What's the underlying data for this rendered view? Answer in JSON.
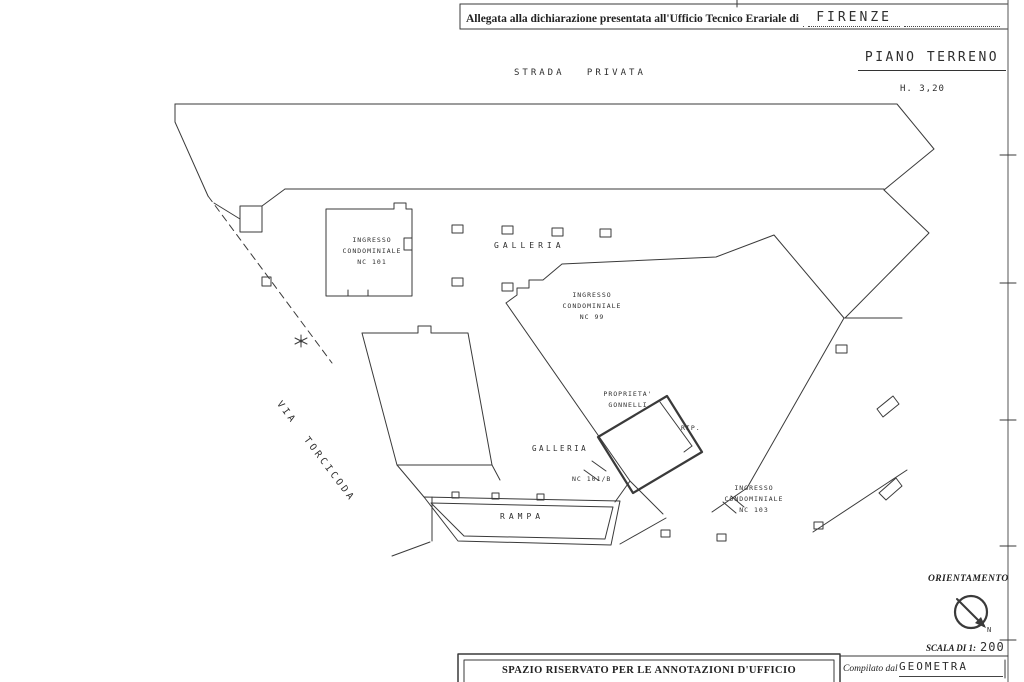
{
  "doc": {
    "attestation": "Allegata alla dichiarazione presentata all'Ufficio Tecnico Erariale di",
    "city": "FIRENZE",
    "floor_title": "PIANO TERRENO",
    "height_note": "H. 3,20",
    "orientation_label": "ORIENTAMENTO",
    "north": "N",
    "scale_label": "SCALA DI 1:",
    "scale_value": "200",
    "footer_note": "SPAZIO RISERVATO PER LE ANNOTAZIONI D'UFFICIO",
    "compiled_by": "Compilato dal",
    "compiler_title": "GEOMETRA"
  },
  "streets": {
    "strada_privata": "STRADA  PRIVATA",
    "via_torcicoda": "VIA  TORCICODA"
  },
  "labels": {
    "galleria_top": "GALLERIA",
    "galleria_mid": "GALLERIA",
    "rampa": "RAMPA",
    "rip": "RIP.",
    "nc101b": "NC 101/B",
    "ingresso_101": [
      "INGRESSO",
      "CONDOMINIALE",
      "NC 101"
    ],
    "ingresso_99": [
      "INGRESSO",
      "CONDOMINIALE",
      "NC 99"
    ],
    "ingresso_103": [
      "INGRESSO",
      "CONDOMINIALE",
      "NC 103"
    ],
    "proprieta": [
      "PROPRIETA'",
      "GONNELLI"
    ]
  },
  "colors": {
    "ink": "#2e2e2e",
    "line": "#3a3a3a",
    "paper": "#ffffff"
  }
}
